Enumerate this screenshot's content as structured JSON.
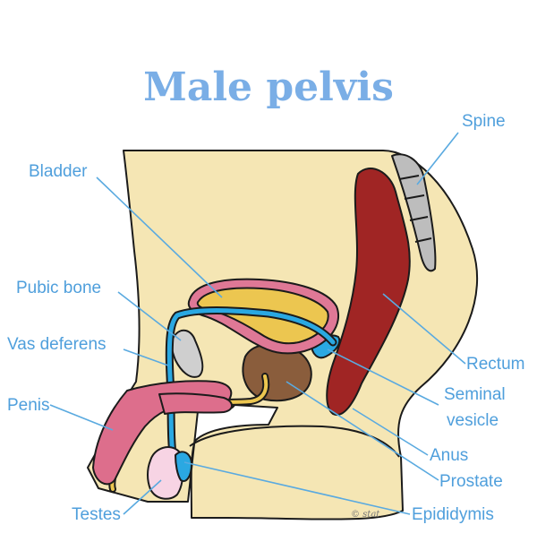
{
  "title": "Male pelvis",
  "labels": {
    "spine": "Spine",
    "bladder": "Bladder",
    "pubic_bone": "Pubic bone",
    "vas_deferens": "Vas deferens",
    "penis": "Penis",
    "testes": "Testes",
    "rectum": "Rectum",
    "seminal_vesicle_line1": "Seminal",
    "seminal_vesicle_line2": "vesicle",
    "anus": "Anus",
    "prostate": "Prostate",
    "epididymis": "Epididymis"
  },
  "credit": "© stat",
  "colors": {
    "title": "#7aaee6",
    "label": "#4f9fdc",
    "leader_line": "#5aaae0",
    "body": "#f5e6b4",
    "bladder_wall": "#df7896",
    "bladder_fill": "#ecc650",
    "rectum": "#a02524",
    "prostate": "#8a5d3c",
    "penis": "#dd6e8c",
    "vas_deferens": "#2aa8e2",
    "pubic_bone": "#cfcfcf",
    "testis": "#f7d4e4",
    "spine": "#bdbdbd",
    "outline": "#1b1b1b"
  }
}
